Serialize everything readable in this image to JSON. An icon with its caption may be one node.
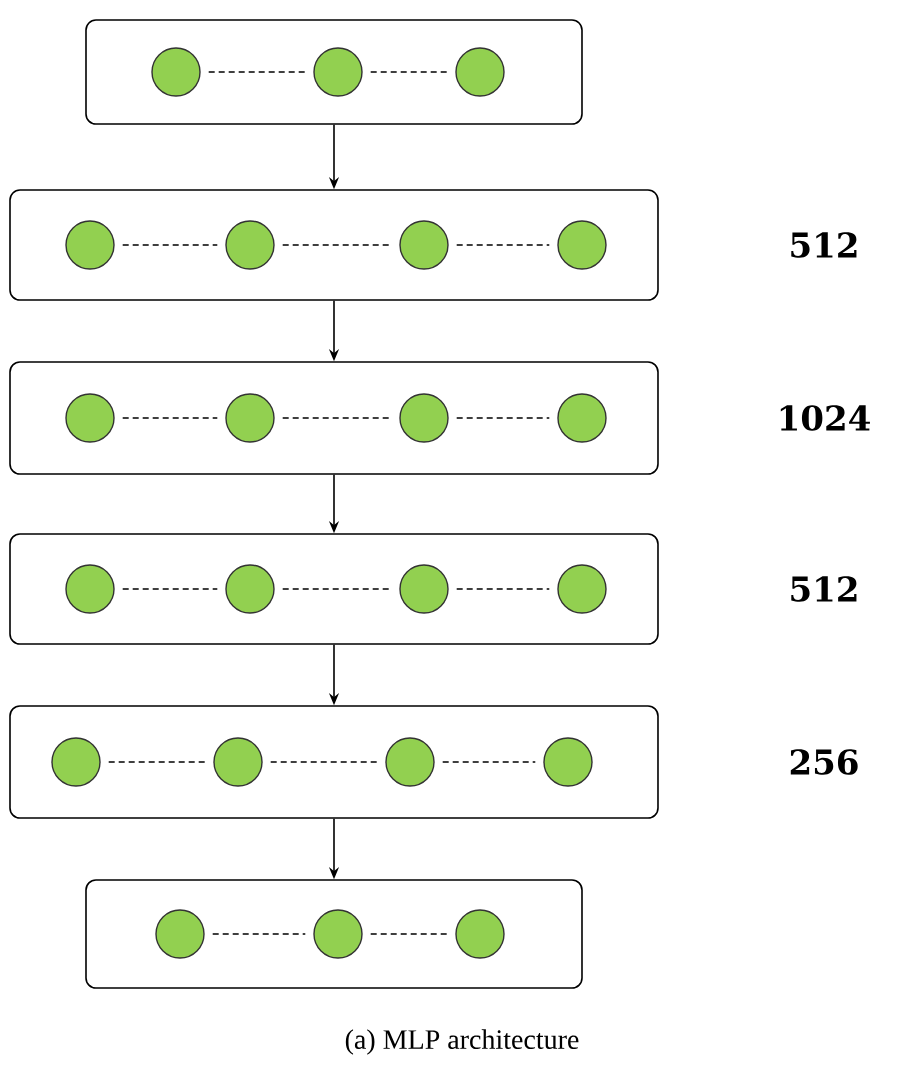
{
  "diagram": {
    "caption": "(a) MLP architecture",
    "nodes": [
      {
        "text": [],
        "shape": "box"
      },
      {
        "text": [],
        "shape": "circle",
        "in": 0
      },
      {
        "text": [],
        "shape": "circle",
        "in": 0
      },
      {
        "text": [],
        "shape": "circle",
        "in": 0
      },
      {
        "text": [],
        "shape": "box",
        "beside": [
          "512"
        ]
      },
      {
        "text": [],
        "shape": "circle",
        "in": 4
      },
      {
        "text": [],
        "shape": "circle",
        "in": 4
      },
      {
        "text": [],
        "shape": "circle",
        "in": 4
      },
      {
        "text": [],
        "shape": "circle",
        "in": 4
      },
      {
        "text": [],
        "shape": "box",
        "beside": [
          "1024"
        ]
      },
      {
        "text": [],
        "shape": "circle",
        "in": 9
      },
      {
        "text": [],
        "shape": "circle",
        "in": 9
      },
      {
        "text": [],
        "shape": "circle",
        "in": 9
      },
      {
        "text": [],
        "shape": "circle",
        "in": 9
      },
      {
        "text": [],
        "shape": "box",
        "beside": [
          "512"
        ]
      },
      {
        "text": [],
        "shape": "circle",
        "in": 14
      },
      {
        "text": [],
        "shape": "circle",
        "in": 14
      },
      {
        "text": [],
        "shape": "circle",
        "in": 14
      },
      {
        "text": [],
        "shape": "circle",
        "in": 14
      },
      {
        "text": [],
        "shape": "box",
        "beside": [
          "256"
        ]
      },
      {
        "text": [],
        "shape": "circle",
        "in": 19
      },
      {
        "text": [],
        "shape": "circle",
        "in": 19
      },
      {
        "text": [],
        "shape": "circle",
        "in": 19
      },
      {
        "text": [],
        "shape": "circle",
        "in": 19
      },
      {
        "text": [],
        "shape": "box"
      },
      {
        "text": [],
        "shape": "circle",
        "in": 24
      },
      {
        "text": [],
        "shape": "circle",
        "in": 24
      },
      {
        "text": [],
        "shape": "circle",
        "in": 24
      }
    ],
    "edges": [
      {
        "from": 1,
        "to": 2,
        "arrow": "none",
        "style": "dashed"
      },
      {
        "from": 2,
        "to": 3,
        "arrow": "none",
        "style": "dashed"
      },
      {
        "from": 0,
        "to": 4,
        "arrow": "to"
      },
      {
        "from": 5,
        "to": 6,
        "arrow": "none",
        "style": "dashed"
      },
      {
        "from": 6,
        "to": 7,
        "arrow": "none",
        "style": "dashed"
      },
      {
        "from": 7,
        "to": 8,
        "arrow": "none",
        "style": "dashed"
      },
      {
        "from": 4,
        "to": 9,
        "arrow": "to"
      },
      {
        "from": 10,
        "to": 11,
        "arrow": "none",
        "style": "dashed"
      },
      {
        "from": 11,
        "to": 12,
        "arrow": "none",
        "style": "dashed"
      },
      {
        "from": 12,
        "to": 13,
        "arrow": "none",
        "style": "dashed"
      },
      {
        "from": 9,
        "to": 14,
        "arrow": "to"
      },
      {
        "from": 15,
        "to": 16,
        "arrow": "none",
        "style": "dashed"
      },
      {
        "from": 16,
        "to": 17,
        "arrow": "none",
        "style": "dashed"
      },
      {
        "from": 17,
        "to": 18,
        "arrow": "none",
        "style": "dashed"
      },
      {
        "from": 14,
        "to": 19,
        "arrow": "to"
      },
      {
        "from": 20,
        "to": 21,
        "arrow": "none",
        "style": "dashed"
      },
      {
        "from": 21,
        "to": 22,
        "arrow": "none",
        "style": "dashed"
      },
      {
        "from": 22,
        "to": 23,
        "arrow": "none",
        "style": "dashed"
      },
      {
        "from": 19,
        "to": 24,
        "arrow": "to"
      },
      {
        "from": 25,
        "to": 26,
        "arrow": "none",
        "style": "dashed"
      },
      {
        "from": 26,
        "to": 27,
        "arrow": "none",
        "style": "dashed"
      }
    ]
  }
}
